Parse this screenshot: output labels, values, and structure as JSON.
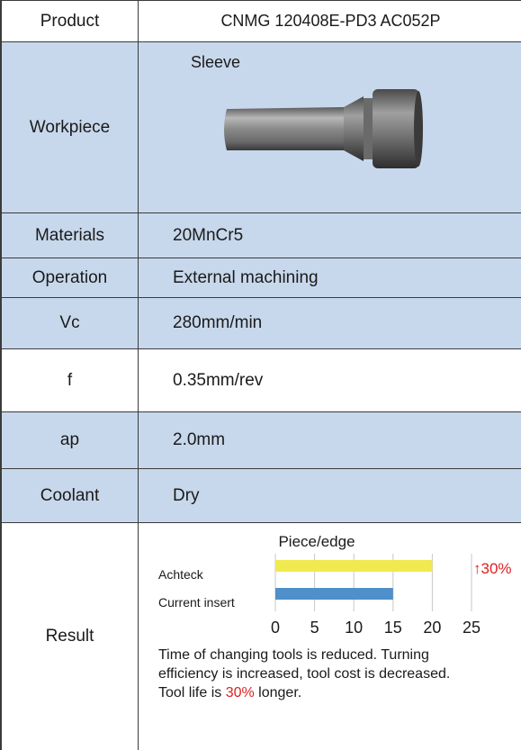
{
  "rows": {
    "product": {
      "label": "Product",
      "value": "CNMG 120408E-PD3 AC052P"
    },
    "workpiece": {
      "label": "Workpiece",
      "title": "Sleeve"
    },
    "materials": {
      "label": "Materials",
      "value": "20MnCr5"
    },
    "operation": {
      "label": "Operation",
      "value": "External machining"
    },
    "vc": {
      "label": "Vc",
      "value": "280mm/min"
    },
    "f": {
      "label": "f",
      "value": "0.35mm/rev"
    },
    "ap": {
      "label": "ap",
      "value": "2.0mm"
    },
    "coolant": {
      "label": "Coolant",
      "value": "Dry"
    },
    "result": {
      "label": "Result"
    }
  },
  "chart_data": {
    "type": "bar",
    "orientation": "horizontal",
    "title": "Piece/edge",
    "categories": [
      "Achteck",
      "Current insert"
    ],
    "values": [
      20,
      15
    ],
    "colors": [
      "#f0ea50",
      "#4f8fca"
    ],
    "xlim": [
      0,
      25
    ],
    "xticks": [
      "0",
      "5",
      "10",
      "15",
      "20",
      "25"
    ],
    "grid": true,
    "annotation": "↑30%",
    "annotation_color": "#e02020"
  },
  "note": {
    "line1": "Time of changing tools is reduced.  Turning",
    "line2": "efficiency is increased, tool cost is decreased.",
    "line3_pre": "Tool life is ",
    "line3_hl": "30%",
    "line3_post": " longer."
  }
}
